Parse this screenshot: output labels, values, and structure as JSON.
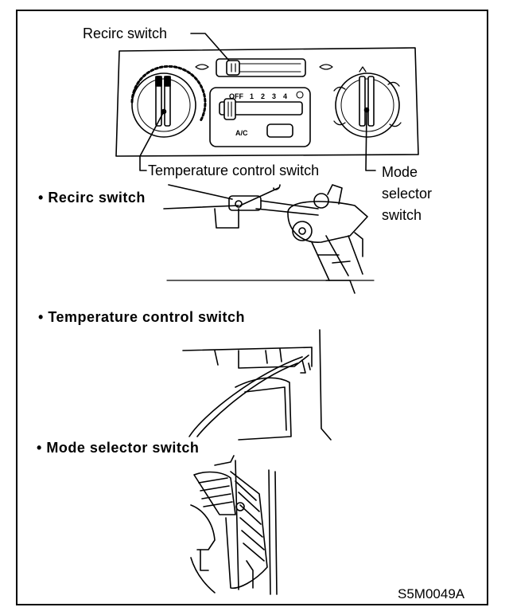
{
  "labels": {
    "recirc_switch": "Recirc switch",
    "temperature_control_switch": "Temperature control switch",
    "mode_selector_line1": "Mode",
    "mode_selector_line2": "selector",
    "mode_selector_line3": "switch"
  },
  "panel": {
    "fan_scale": [
      "OFF",
      "1",
      "2",
      "3",
      "4"
    ],
    "ac_label": "A/C"
  },
  "sections": [
    {
      "bullet": "•",
      "title": "Recirc switch"
    },
    {
      "bullet": "•",
      "title": "Temperature control switch"
    },
    {
      "bullet": "•",
      "title": "Mode selector switch"
    }
  ],
  "figure_code": "S5M0049A"
}
